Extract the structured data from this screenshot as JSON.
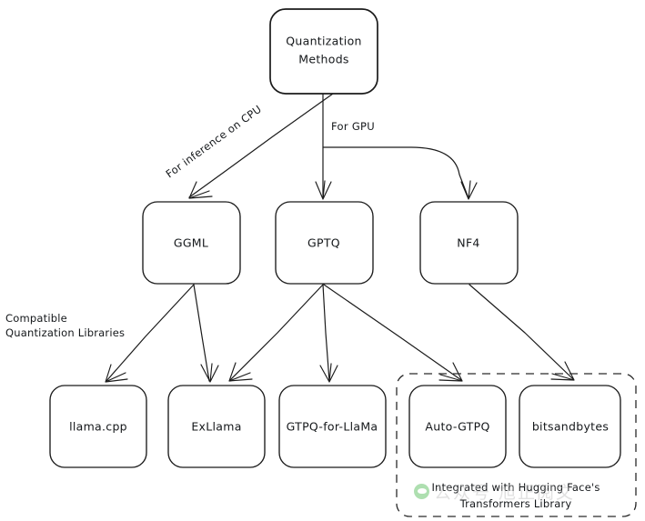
{
  "diagram": {
    "title_node": {
      "label": "Quantization\nMethods",
      "line1": "Quantization",
      "line2": "Methods"
    },
    "edge_labels": {
      "cpu": "For inference on CPU",
      "gpu": "For GPU"
    },
    "side_label": {
      "line1": "Compatible",
      "line2": "Quantization Libraries"
    },
    "group_caption": {
      "line1": "Integrated with Hugging Face's",
      "line2": "Transformers Library"
    },
    "nodes": [
      {
        "id": "root",
        "label": "Quantization Methods"
      },
      {
        "id": "ggml",
        "label": "GGML"
      },
      {
        "id": "gptq",
        "label": "GPTQ"
      },
      {
        "id": "nf4",
        "label": "NF4"
      },
      {
        "id": "llamacpp",
        "label": "llama.cpp"
      },
      {
        "id": "exllama",
        "label": "ExLlama"
      },
      {
        "id": "gptqforllama",
        "label": "GTPQ-for-LlaMa"
      },
      {
        "id": "autogptq",
        "label": "Auto-GTPQ"
      },
      {
        "id": "bitsandbytes",
        "label": "bitsandbytes"
      }
    ],
    "edges": [
      {
        "from": "root",
        "to": "ggml",
        "label": "For inference on CPU"
      },
      {
        "from": "root",
        "to": "gptq",
        "label": "For GPU"
      },
      {
        "from": "root",
        "to": "nf4",
        "label": "For GPU"
      },
      {
        "from": "ggml",
        "to": "llamacpp",
        "label": ""
      },
      {
        "from": "ggml",
        "to": "exllama",
        "label": ""
      },
      {
        "from": "gptq",
        "to": "exllama",
        "label": ""
      },
      {
        "from": "gptq",
        "to": "gptqforllama",
        "label": ""
      },
      {
        "from": "gptq",
        "to": "autogptq",
        "label": ""
      },
      {
        "from": "nf4",
        "to": "bitsandbytes",
        "label": ""
      }
    ],
    "colors": {
      "root_fill": "#dcecf7",
      "root_hatch": "#bcdcf0",
      "stroke": "#1b1b1b",
      "node_fill": "#ffffff",
      "background": "#ffffff",
      "watermark_text": "#b9b9b9",
      "watermark_badge": "#3fb444"
    }
  },
  "watermark": {
    "text": "公众号 旭正阅文"
  }
}
